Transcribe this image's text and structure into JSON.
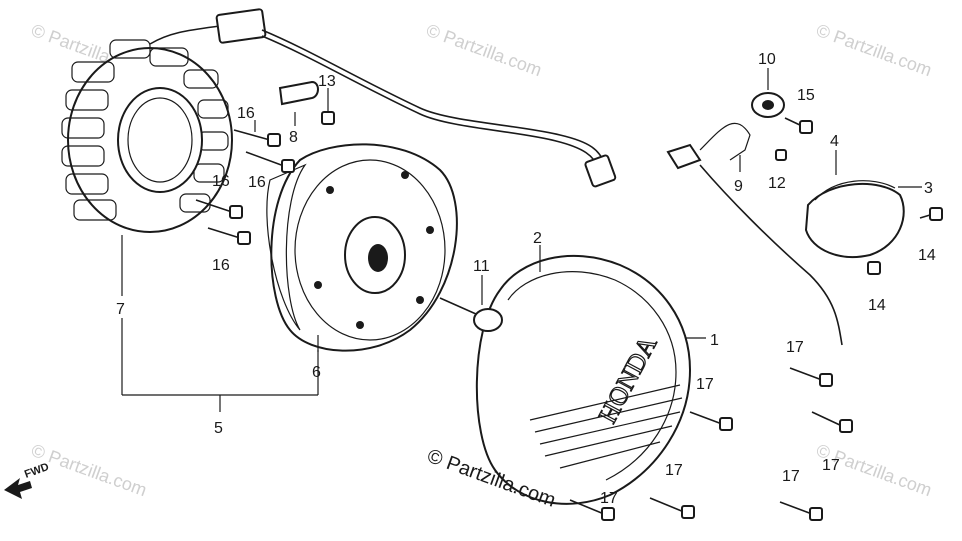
{
  "watermark": "© Partzilla.com",
  "copyright": "© Partzilla.com",
  "fwd_label": "FWD",
  "brand": "HONDA",
  "callouts": {
    "c1": "1",
    "c2": "2",
    "c3": "3",
    "c4": "4",
    "c5": "5",
    "c6": "6",
    "c7": "7",
    "c8": "8",
    "c9": "9",
    "c10": "10",
    "c11": "11",
    "c12": "12",
    "c13": "13",
    "c14a": "14",
    "c14b": "14",
    "c15": "15",
    "c16a": "16",
    "c16b": "16",
    "c16c": "16",
    "c16d": "16",
    "c17a": "17",
    "c17b": "17",
    "c17c": "17",
    "c17d": "17",
    "c17e": "17",
    "c17f": "17"
  }
}
